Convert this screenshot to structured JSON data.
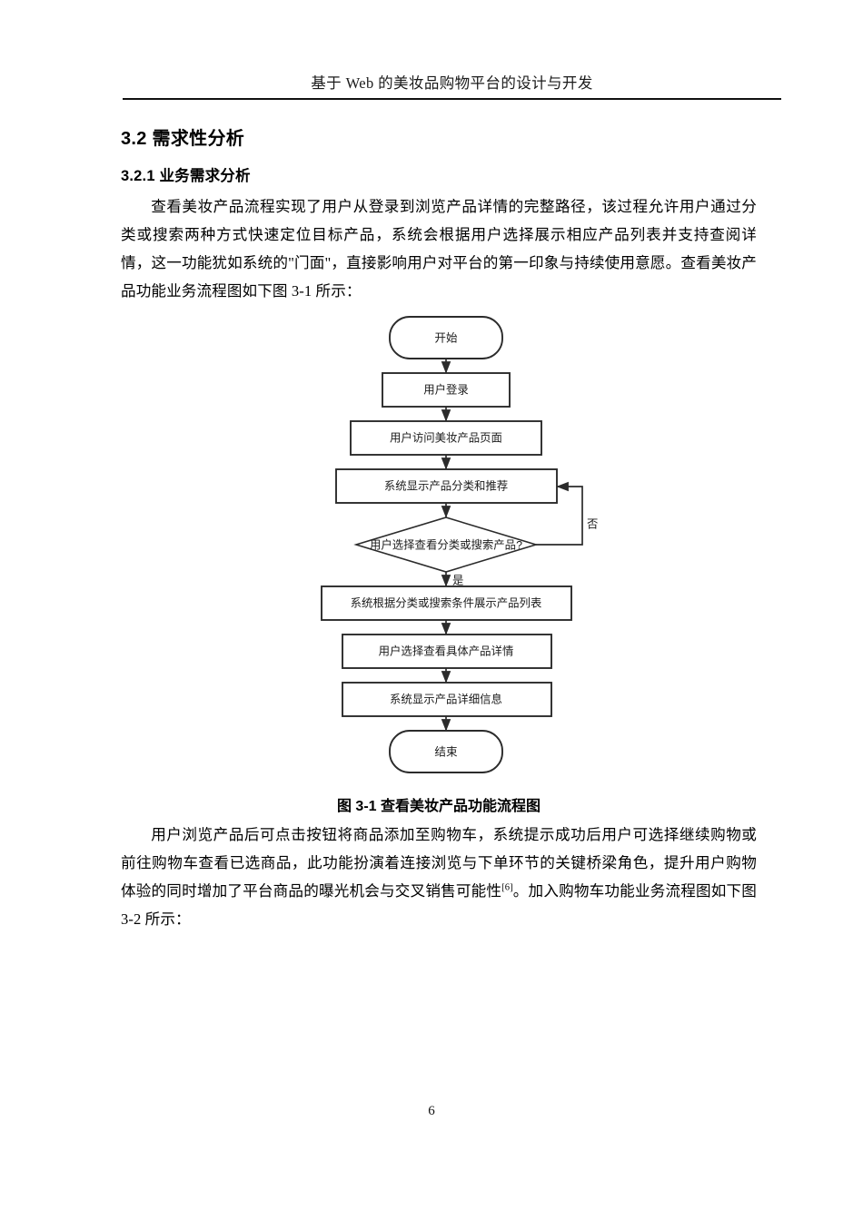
{
  "document": {
    "header_title": "基于 Web 的美妆品购物平台的设计与开发",
    "page_number": "6"
  },
  "sections": {
    "section_heading": "3.2 需求性分析",
    "subsection_heading": "3.2.1 业务需求分析"
  },
  "paragraphs": {
    "p1": "查看美妆产品流程实现了用户从登录到浏览产品详情的完整路径，该过程允许用户通过分类或搜索两种方式快速定位目标产品，系统会根据用户选择展示相应产品列表并支持查阅详情，这一功能犹如系统的\"门面\"，直接影响用户对平台的第一印象与持续使用意愿。查看美妆产品功能业务流程图如下图 3-1 所示：",
    "p2_part1": "用户浏览产品后可点击按钮将商品添加至购物车，系统提示成功后用户可选择继续购物或前往购物车查看已选商品，此功能扮演着连接浏览与下单环节的关键桥梁角色，提升用户购物体验的同时增加了平台商品的曝光机会与交叉销售可能性",
    "p2_citation": "[6]",
    "p2_part2": "。加入购物车功能业务流程图如下图 3-2 所示："
  },
  "figure": {
    "caption": "图 3-1 查看美妆产品功能流程图",
    "nodes": {
      "start": "开始",
      "login": "用户登录",
      "visit_page": "用户访问美妆产品页面",
      "show_categories": "系统显示产品分类和推荐",
      "decision": "用户选择查看分类或搜索产品?",
      "show_list": "系统根据分类或搜索条件展示产品列表",
      "select_detail": "用户选择查看具体产品详情",
      "show_detail": "系统显示产品详细信息",
      "end": "结束"
    },
    "edge_labels": {
      "yes": "是",
      "no": "否"
    }
  },
  "colors": {
    "stroke": "#2b2b2b",
    "text": "#1b1b1b",
    "rule": "#101010"
  }
}
